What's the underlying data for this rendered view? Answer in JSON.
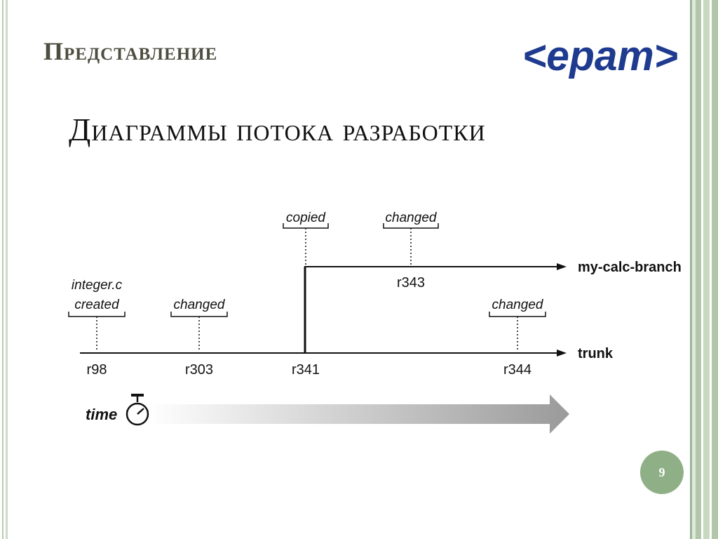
{
  "slide": {
    "title": "Представление",
    "subtitle": "Диаграммы потока разработки",
    "page_number": "9"
  },
  "logo": {
    "text": "<epam>",
    "color": "#1f3b8f"
  },
  "diagram": {
    "lines": [
      {
        "name": "my-calc-branch"
      },
      {
        "name": "trunk"
      }
    ],
    "events": [
      {
        "line": "trunk",
        "revision": "r98",
        "label_lines": [
          "integer.c",
          "created"
        ]
      },
      {
        "line": "trunk",
        "revision": "r303",
        "label_lines": [
          "changed"
        ]
      },
      {
        "line": "trunk",
        "revision": "r341",
        "label_lines": [
          "copied"
        ],
        "branch_point": true
      },
      {
        "line": "my-calc-branch",
        "revision": "r343",
        "label_lines": [
          "changed"
        ]
      },
      {
        "line": "trunk",
        "revision": "r344",
        "label_lines": [
          "changed"
        ]
      }
    ],
    "time_label": "time",
    "icons": {
      "stopwatch": "stopwatch-icon",
      "time_arrow": "time-arrow"
    }
  },
  "colors": {
    "title": "#4d4d40",
    "badge": "#8fb086",
    "frame": "#b2c6a9"
  }
}
